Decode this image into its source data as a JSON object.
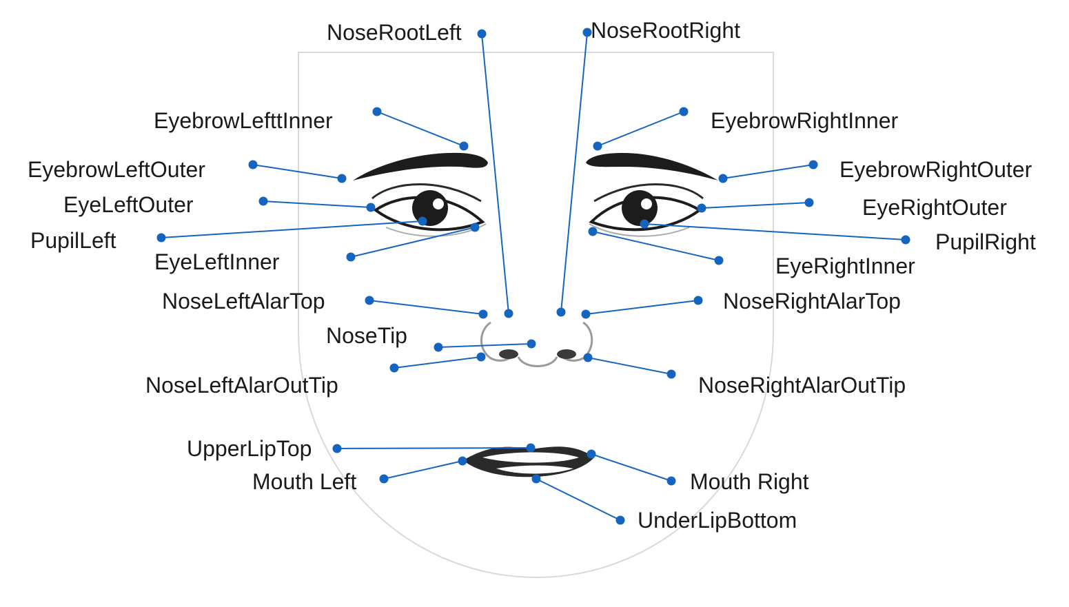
{
  "accent_color": "#1565c0",
  "landmarks": [
    {
      "id": "nose-root-left",
      "label": "NoseRootLeft"
    },
    {
      "id": "nose-root-right",
      "label": "NoseRootRight"
    },
    {
      "id": "eyebrow-left-inner",
      "label": "EyebrowLefttInner"
    },
    {
      "id": "eyebrow-right-inner",
      "label": "EyebrowRightInner"
    },
    {
      "id": "eyebrow-left-outer",
      "label": "EyebrowLeftOuter"
    },
    {
      "id": "eyebrow-right-outer",
      "label": "EyebrowRightOuter"
    },
    {
      "id": "eye-left-outer",
      "label": "EyeLeftOuter"
    },
    {
      "id": "eye-right-outer",
      "label": "EyeRightOuter"
    },
    {
      "id": "pupil-left",
      "label": "PupilLeft"
    },
    {
      "id": "pupil-right",
      "label": "PupilRight"
    },
    {
      "id": "eye-left-inner",
      "label": "EyeLeftInner"
    },
    {
      "id": "eye-right-inner",
      "label": "EyeRightInner"
    },
    {
      "id": "nose-left-alar-top",
      "label": "NoseLeftAlarTop"
    },
    {
      "id": "nose-right-alar-top",
      "label": "NoseRightAlarTop"
    },
    {
      "id": "nose-tip",
      "label": "NoseTip"
    },
    {
      "id": "nose-left-alar-out-tip",
      "label": "NoseLeftAlarOutTip"
    },
    {
      "id": "nose-right-alar-out-tip",
      "label": "NoseRightAlarOutTip"
    },
    {
      "id": "upper-lip-top",
      "label": "UpperLipTop"
    },
    {
      "id": "mouth-left",
      "label": "Mouth Left"
    },
    {
      "id": "mouth-right",
      "label": "Mouth Right"
    },
    {
      "id": "under-lip-bottom",
      "label": "UnderLipBottom"
    }
  ]
}
